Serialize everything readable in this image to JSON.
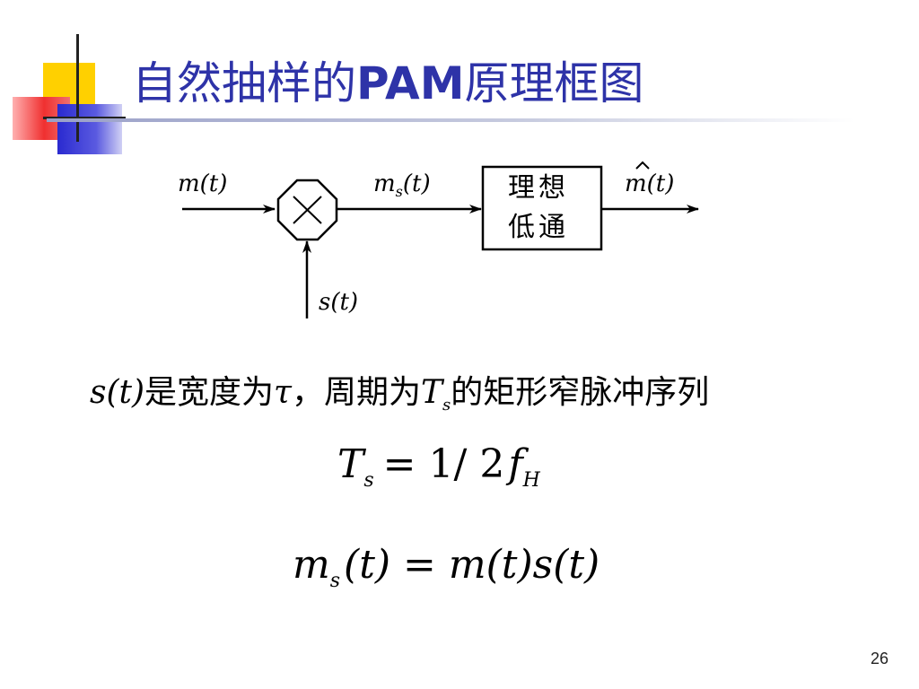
{
  "slide": {
    "title_cjk_1": "自然抽样的",
    "title_latin": "PAM",
    "title_cjk_2": "原理框图",
    "page_number": "26"
  },
  "diagram": {
    "input_label": "m(t)",
    "multiplier_output_label": "m_s(t)",
    "output_label": "m̂(t)",
    "sampling_label": "s(t)",
    "lpf_line1": "理想",
    "lpf_line2": "低通"
  },
  "description": {
    "subject": "s(t)",
    "text_1": "是宽度为",
    "tau": "τ",
    "text_2": "，周期为",
    "period": "T",
    "period_sub": "s",
    "text_3": "的矩形窄脉冲序列"
  },
  "equation_1": {
    "lhs": "T",
    "lhs_sub": "s",
    "rhs": "= 1/ 2",
    "f": "f",
    "f_sub": "H"
  },
  "equation_2": {
    "lhs": "m",
    "lhs_sub": "s",
    "rhs": "(t) = m(t)s(t)"
  },
  "colors": {
    "title": "#2e33a8",
    "deco_yellow": "#ffd000",
    "deco_red": "#f03030",
    "deco_blue": "#2a2ad0"
  }
}
